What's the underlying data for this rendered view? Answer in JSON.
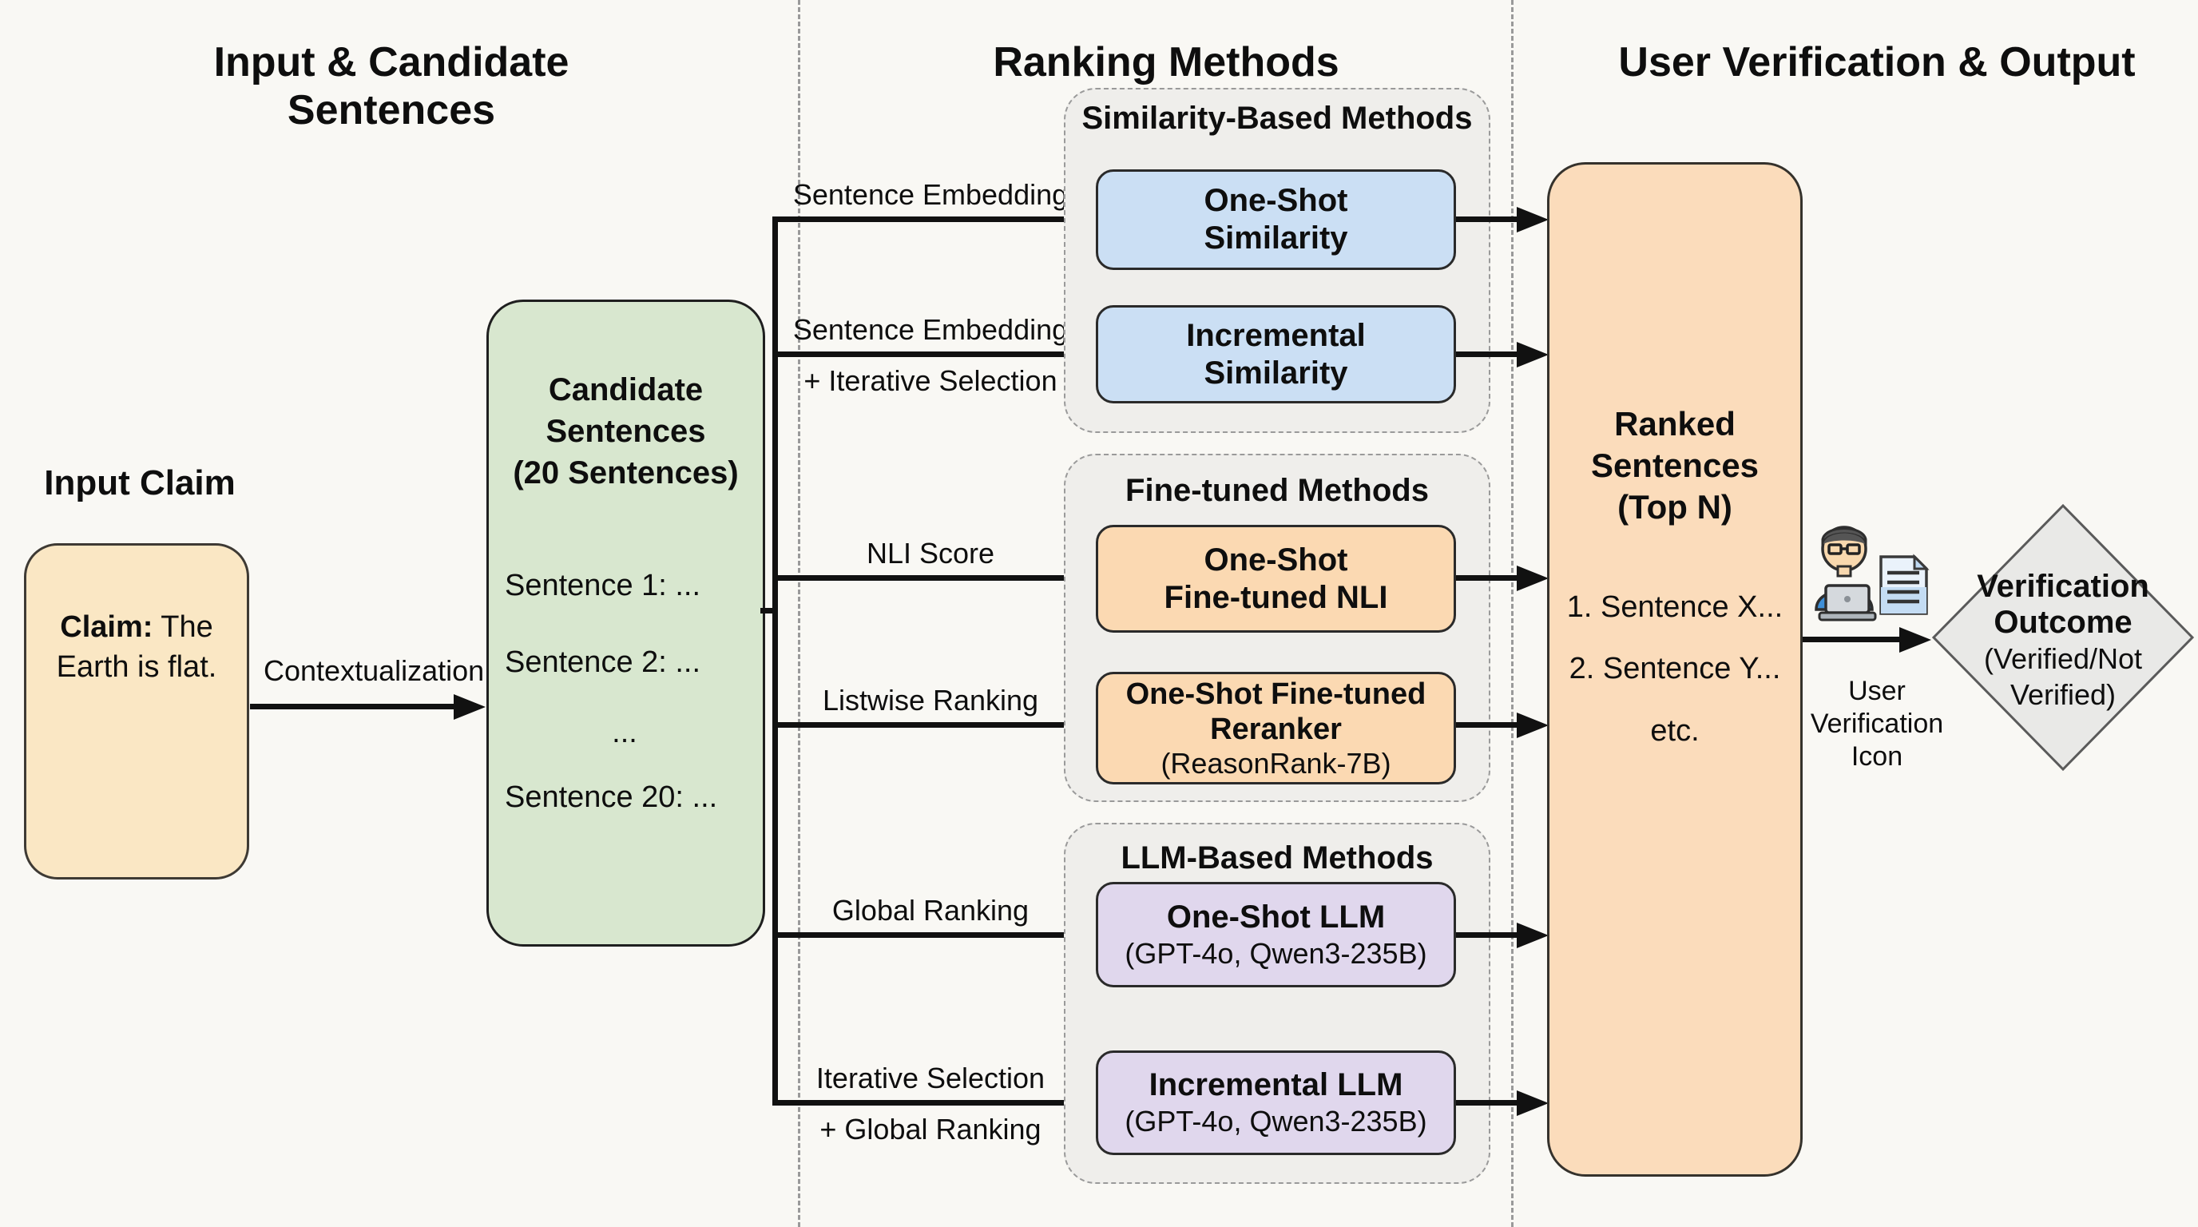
{
  "columns": [
    {
      "title": "Input & Candidate Sentences"
    },
    {
      "title": "Ranking Methods"
    },
    {
      "title": "User Verification & Output"
    }
  ],
  "input": {
    "label": "Input Claim",
    "claim_prefix": "Claim:",
    "claim_text": " The Earth is flat.",
    "arrow_label": "Contextualization"
  },
  "candidates": {
    "title_lines": [
      "Candidate",
      "Sentences",
      "(20 Sentences)"
    ],
    "items": [
      "Sentence 1: ...",
      "Sentence 2: ...",
      "...",
      "Sentence 20: ..."
    ]
  },
  "branches": [
    {
      "lines": [
        "Sentence Embedding"
      ]
    },
    {
      "lines": [
        "Sentence Embedding",
        "+ Iterative Selection"
      ]
    },
    {
      "lines": [
        "NLI Score"
      ]
    },
    {
      "lines": [
        "Listwise Ranking"
      ]
    },
    {
      "lines": [
        "Global Ranking"
      ]
    },
    {
      "lines": [
        "Iterative Selection",
        "+ Global Ranking"
      ]
    }
  ],
  "groups": [
    {
      "title": "Similarity-Based Methods",
      "boxes": [
        {
          "lines": [
            "One-Shot",
            "Similarity"
          ],
          "sub": ""
        },
        {
          "lines": [
            "Incremental",
            "Similarity"
          ],
          "sub": ""
        }
      ]
    },
    {
      "title": "Fine-tuned Methods",
      "boxes": [
        {
          "lines": [
            "One-Shot",
            "Fine-tuned NLI"
          ],
          "sub": ""
        },
        {
          "lines": [
            "One-Shot Fine-tuned",
            "Reranker"
          ],
          "sub": "(ReasonRank-7B)"
        }
      ]
    },
    {
      "title": "LLM-Based Methods",
      "boxes": [
        {
          "lines": [
            "One-Shot LLM"
          ],
          "sub": "(GPT-4o, Qwen3-235B)"
        },
        {
          "lines": [
            "Incremental LLM"
          ],
          "sub": "(GPT-4o, Qwen3-235B)"
        }
      ]
    }
  ],
  "output": {
    "ranked_title_lines": [
      "Ranked",
      "Sentences",
      "(Top N)"
    ],
    "ranked_items": [
      "1. Sentence X...",
      "2. Sentence Y...",
      "etc."
    ],
    "icon_label_lines": [
      "User",
      "Verification",
      "Icon"
    ],
    "icon_name": "user-verification-icon",
    "diamond_bold_lines": [
      "Verification",
      "Outcome"
    ],
    "diamond_lines": [
      "(Verified/Not",
      "Verified)"
    ]
  },
  "colors": {
    "background": "#F9F8F4",
    "claim_box": "#FAE7C4",
    "candidate_box": "#D8E7CF",
    "group_bg": "#EFEEEB",
    "similarity_box": "#CBDFF4",
    "finetuned_box": "#FBD9B2",
    "llm_box": "#E0D7ED",
    "ranked_box": "#FBDCBB",
    "diamond": "#E9E9E7",
    "arrow": "#111111"
  }
}
